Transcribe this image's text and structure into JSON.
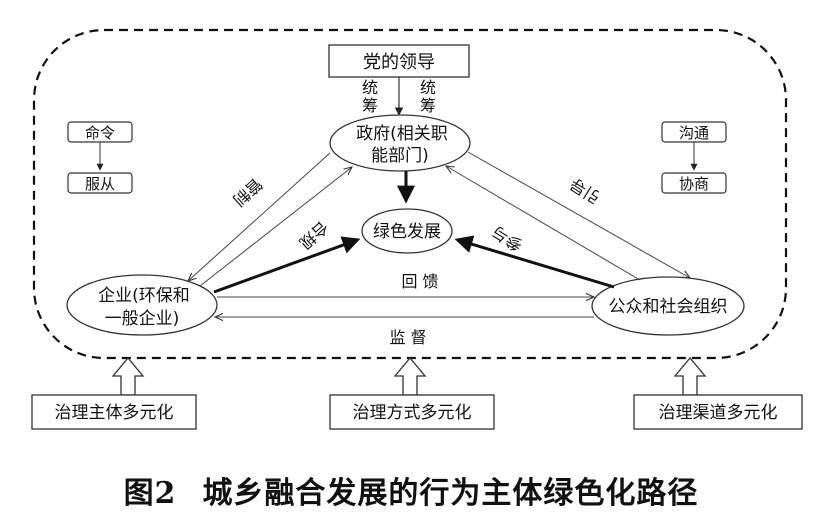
{
  "caption": {
    "figure_number": "图2",
    "title": "城乡融合发展的行为主体绿色化路径"
  },
  "nodes": {
    "party_leadership": "党的领导",
    "government": [
      "政府(相关职",
      "能部门)"
    ],
    "green_development": "绿色发展",
    "enterprise": [
      "企业(环保和",
      "一般企业)"
    ],
    "public": "公众和社会组织"
  },
  "side_boxes": {
    "command": "命令",
    "obey": "服从",
    "communicate": "沟通",
    "negotiate": "协商"
  },
  "bottom_boxes": {
    "subjects": "治理主体多元化",
    "methods": "治理方式多元化",
    "channels": "治理渠道多元化"
  },
  "edge_labels": {
    "coordinate_left": [
      "统",
      "筹"
    ],
    "coordinate_right": [
      "统",
      "筹"
    ],
    "regulate": "管制",
    "compliance": "合规",
    "guide": "引导",
    "participate": "参与",
    "feedback": "回 馈",
    "supervise": "监 督"
  }
}
